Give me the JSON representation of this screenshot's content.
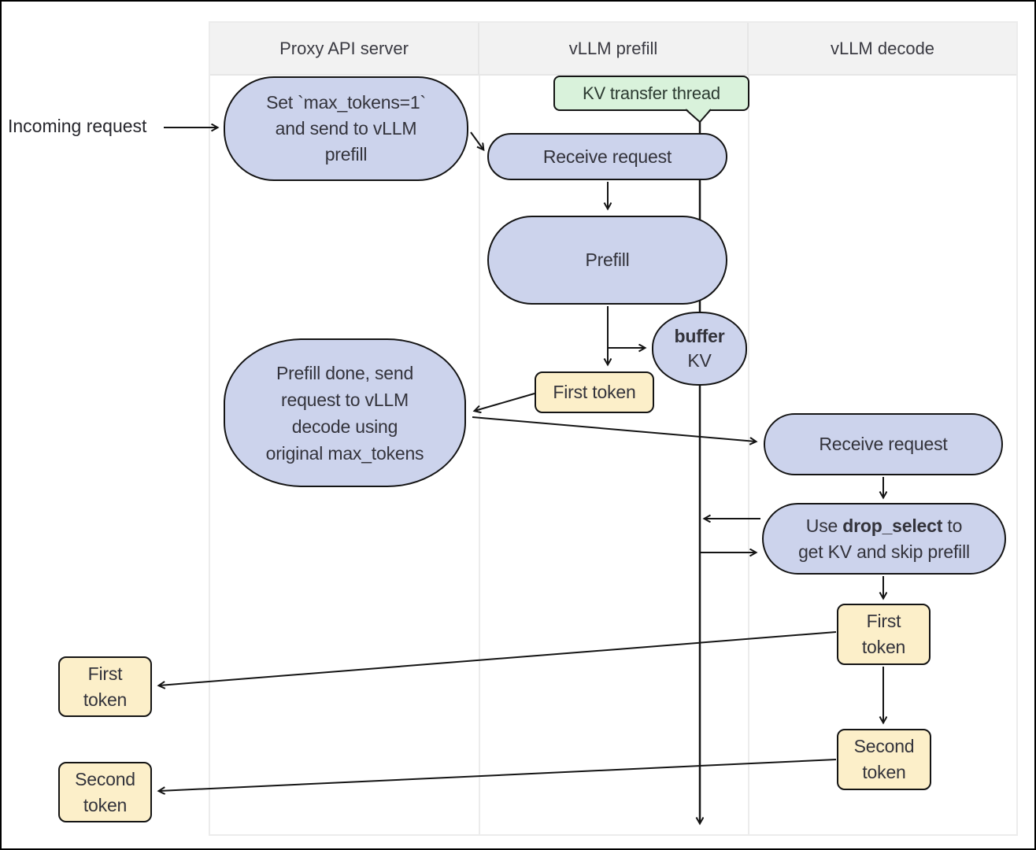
{
  "colors": {
    "node_fill": "#ccd3ec",
    "token_fill": "#fcefc9",
    "thread_fill": "#d9f2db",
    "node_border": "#141414",
    "lane_header_bg": "#f2f2f2",
    "lane_border": "#ececec",
    "arrow": "#141414"
  },
  "lanes": {
    "headers": [
      {
        "label": "Proxy API server"
      },
      {
        "label": "vLLM prefill"
      },
      {
        "label": "vLLM decode"
      }
    ]
  },
  "nodes": {
    "incoming_request": {
      "label": "Incoming request"
    },
    "set_max_tokens": {
      "lines": [
        "Set `max_tokens=1`",
        "and send to vLLM",
        "prefill"
      ]
    },
    "kv_transfer_thread": {
      "label": "KV transfer thread"
    },
    "receive_request_prefill": {
      "label": "Receive request"
    },
    "prefill": {
      "label": "Prefill"
    },
    "buffer_kv": {
      "bold_line": "buffer",
      "normal_line": "KV"
    },
    "first_token_prefill": {
      "label": "First token"
    },
    "prefill_done": {
      "lines": [
        "Prefill done, send",
        "request to vLLM",
        "decode using",
        "original max_tokens"
      ]
    },
    "receive_request_decode": {
      "label": "Receive request"
    },
    "drop_select": {
      "line1_pre": "Use ",
      "line1_bold": "drop_select",
      "line1_post": " to",
      "line2": "get KV and skip prefill"
    },
    "first_token_decode": {
      "lines": [
        "First",
        "token"
      ]
    },
    "second_token_decode": {
      "lines": [
        "Second",
        "token"
      ]
    },
    "first_token_left": {
      "lines": [
        "First",
        "token"
      ]
    },
    "second_token_left": {
      "lines": [
        "Second",
        "token"
      ]
    }
  }
}
